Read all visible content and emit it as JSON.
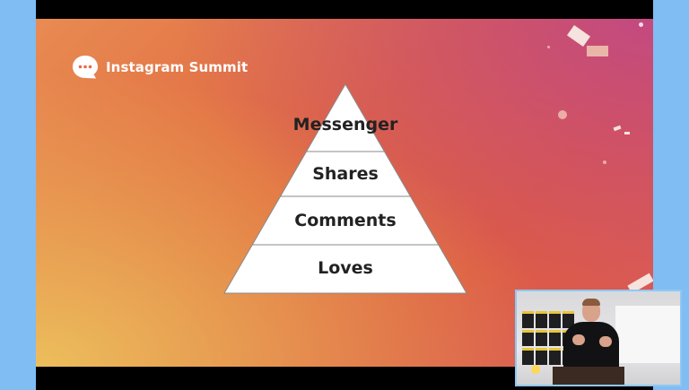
{
  "brand": {
    "name": "Instagram Summit",
    "icon": "speech-bubble-icon"
  },
  "pyramid": {
    "tiers": [
      "Messenger",
      "Shares",
      "Comments",
      "Loves"
    ],
    "fill": "#ffffff",
    "stroke": "#8a8a8a"
  },
  "colors": {
    "side_bars": "#7fbdf3",
    "slide_orange": "#e0653e",
    "slide_yellow": "#ecbe5c",
    "slide_magenta": "#be468c"
  },
  "webcam": {
    "description_icon": "presenter-webcam-icon"
  }
}
